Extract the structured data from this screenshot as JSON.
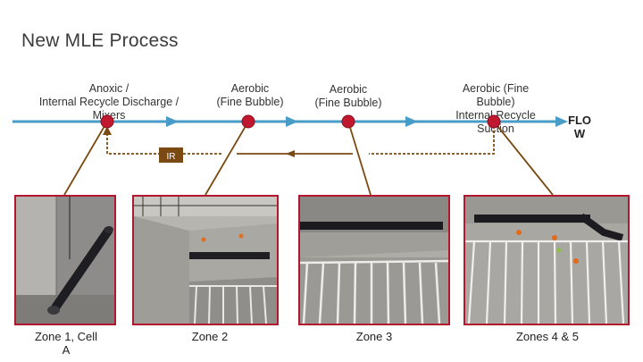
{
  "title": "New MLE Process",
  "process_labels": [
    "Anoxic /\nInternal Recycle Discharge /\nMixers",
    "Aerobic\n(Fine Bubble)",
    "Aerobic\n(Fine Bubble)",
    "Aerobic (Fine\nBubble)\nInternal Recycle\nSuction"
  ],
  "flow_label": "FLO\nW",
  "recycle_label": "IR",
  "zone_captions": [
    "Zone 1, Cell\nA",
    "Zone 2",
    "Zone 3",
    "Zones 4 & 5"
  ],
  "colors": {
    "flow_line": "#4a9cc8",
    "node": "#c0182e",
    "recycle_line": "#7a4a12",
    "photo_border": "#b3162f"
  },
  "photos": [
    {
      "name": "zone-1-cell-a-photo",
      "subject": "Zone 1 tank with black mixer pipe"
    },
    {
      "name": "zone-2-photo",
      "subject": "Zone 2 tank with diffuser grid"
    },
    {
      "name": "zone-3-photo",
      "subject": "Zone 3 tank with diffuser grid"
    },
    {
      "name": "zones-4-5-photo",
      "subject": "Zones 4 and 5 tank with diffuser grid"
    }
  ]
}
